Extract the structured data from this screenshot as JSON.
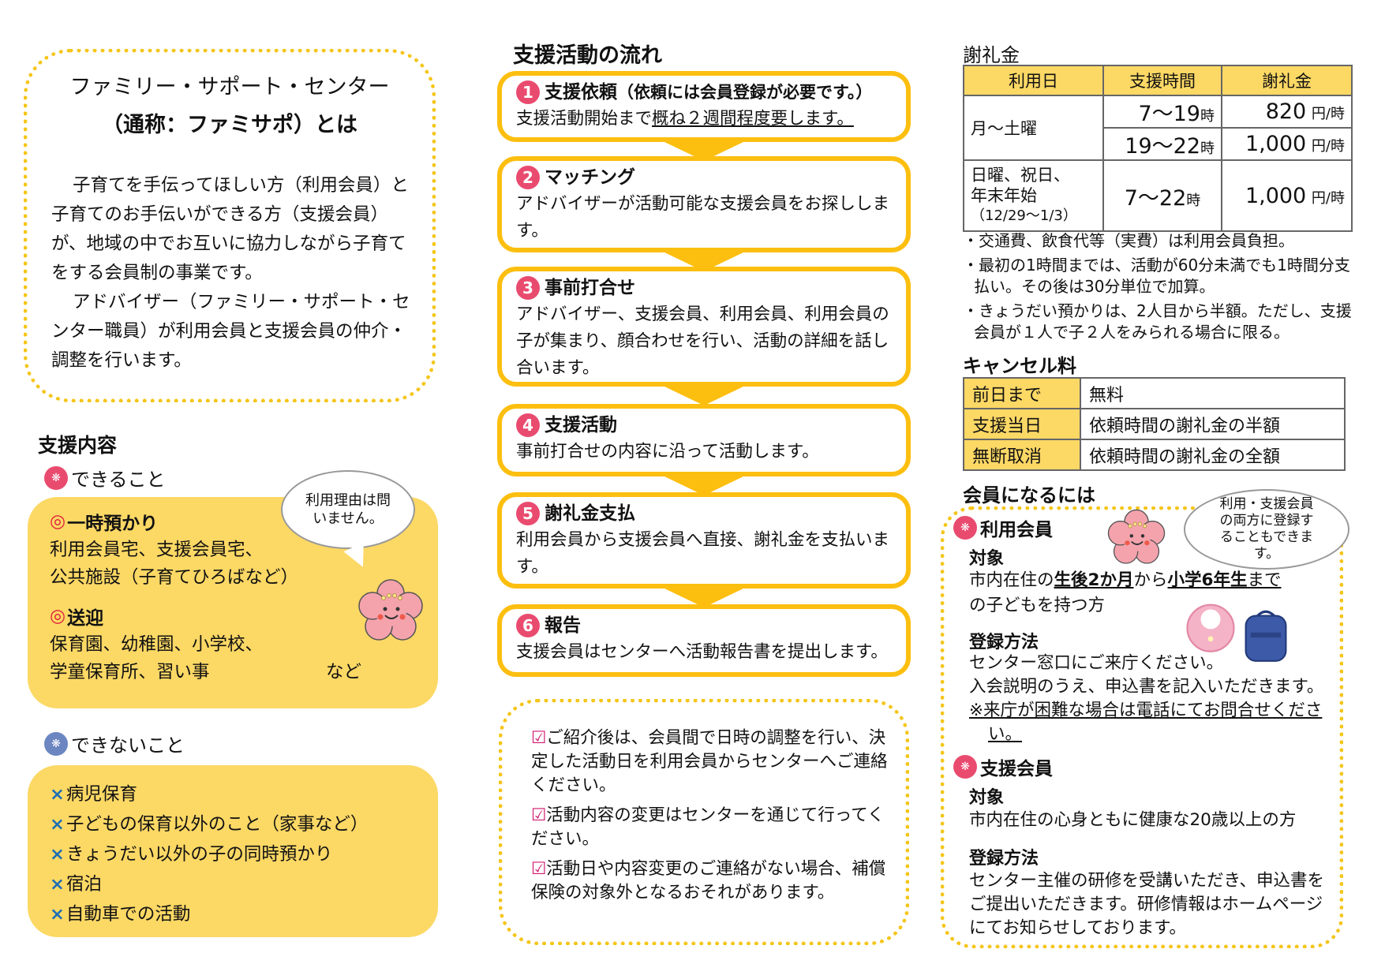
{
  "intro": {
    "title_line1": "ファミリー・サポート・センター",
    "title_line2": "（通称：ファミサポ）とは",
    "paragraph1": "子育てを手伝ってほしい方（利用会員）と子育てのお手伝いができる方（支援会員）が、地域の中でお互いに協力しながら子育てをする会員制の事業です。",
    "paragraph2": "アドバイザー（ファミリー・サポート・センター職員）が利用会員と支援会員の仲介・調整を行います。"
  },
  "support_content": {
    "heading": "支援内容",
    "can": {
      "heading": "できること",
      "icon": "plum-flower-pink-icon",
      "bubble": "利用理由は問いません。",
      "items": [
        {
          "title": "一時預かり",
          "lines": [
            "利用会員宅、支援会員宅、",
            "公共施設（子育てひろばなど）"
          ]
        },
        {
          "title": "送迎",
          "lines": [
            "保育園、幼稚園、小学校、",
            "学童保育所、習い事"
          ],
          "suffix": "など"
        }
      ]
    },
    "cannot": {
      "heading": "できないこと",
      "icon": "plum-flower-blue-icon",
      "items": [
        "病児保育",
        "子どもの保育以外のこと（家事など）",
        "きょうだい以外の子の同時預かり",
        "宿泊",
        "自動車での活動"
      ]
    }
  },
  "flow": {
    "heading": "支援活動の流れ",
    "steps": [
      {
        "num": "1",
        "title": "支援依頼",
        "title_note": "（依頼には会員登録が必要です。）",
        "body_pre": "支援活動開始まで",
        "body_underline": "概ね２週間程度要します。",
        "body": ""
      },
      {
        "num": "2",
        "title": "マッチング",
        "body": "アドバイザーが活動可能な支援会員をお探しします。"
      },
      {
        "num": "3",
        "title": "事前打合せ",
        "body": "アドバイザー、支援会員、利用会員、利用会員の子が集まり、顔合わせを行い、活動の詳細を話し合います。"
      },
      {
        "num": "4",
        "title": "支援活動",
        "body": "事前打合せの内容に沿って活動します。"
      },
      {
        "num": "5",
        "title": "謝礼金支払",
        "body": "利用会員から支援会員へ直接、謝礼金を支払います。"
      },
      {
        "num": "6",
        "title": "報告",
        "body": "支援会員はセンターへ活動報告書を提出します。"
      }
    ],
    "notes": [
      "ご紹介後は、会員間で日時の調整を行い、決定した活動日を利用会員からセンターへご連絡ください。",
      "活動内容の変更はセンターを通じて行ってください。",
      "活動日や内容変更のご連絡がない場合、補償保険の対象外となるおそれがあります。"
    ]
  },
  "fee": {
    "heading": "謝礼金",
    "columns": [
      "利用日",
      "支援時間",
      "謝礼金"
    ],
    "rows": [
      {
        "day": "月～土曜",
        "time": "7～19",
        "time_unit": "時",
        "amount": "820",
        "unit": "円/時"
      },
      {
        "day": "",
        "time": "19～22",
        "time_unit": "時",
        "amount": "1,000",
        "unit": "円/時"
      },
      {
        "day_line1": "日曜、祝日、",
        "day_line2": "年末年始",
        "day_line3": "（12/29～1/3）",
        "time": "7～22",
        "time_unit": "時",
        "amount": "1,000",
        "unit": "円/時"
      }
    ],
    "notes": [
      "・交通費、飲食代等（実費）は利用会員負担。",
      "・最初の1時間までは、活動が60分未満でも1時間分支払い。その後は30分単位で加算。",
      "・きょうだい預かりは、2人目から半額。ただし、支援会員が１人で子２人をみられる場合に限る。"
    ]
  },
  "cancel": {
    "heading": "キャンセル料",
    "rows": [
      {
        "label": "前日まで",
        "value": "無料"
      },
      {
        "label": "支援当日",
        "value": "依頼時間の謝礼金の半額"
      },
      {
        "label": "無断取消",
        "value": "依頼時間の謝礼金の全額"
      }
    ]
  },
  "membership": {
    "heading": "会員になるには",
    "bubble": "利用・支援会員の両方に登録することもできます。",
    "user_member": {
      "heading": "利用会員",
      "target_label": "対象",
      "target_pre": "市内在住の",
      "target_u1": "生後2か月",
      "target_mid": "から",
      "target_u2": "小学6年生",
      "target_post": "まで",
      "target_line2": "の子どもを持つ方",
      "register_label": "登録方法",
      "register_line1": "センター窓口にご来庁ください。",
      "register_line2": "入会説明のうえ、申込書を記入いただきます。",
      "register_note": "※来庁が困難な場合は電話にてお問合せください。"
    },
    "support_member": {
      "heading": "支援会員",
      "target_label": "対象",
      "target": "市内在住の心身ともに健康な20歳以上の方",
      "register_label": "登録方法",
      "register": "センター主催の研修を受講いただき、申込書をご提出いただきます。研修情報はホームページにてお知らせしております。"
    }
  },
  "colors": {
    "accent_yellow": "#fcbf10",
    "box_yellow": "#fcd865",
    "plum_pink": "#e94b6f",
    "plum_blue": "#6b86c1",
    "cross_blue": "#1b6fb5",
    "check_magenta": "#d11a6f"
  }
}
